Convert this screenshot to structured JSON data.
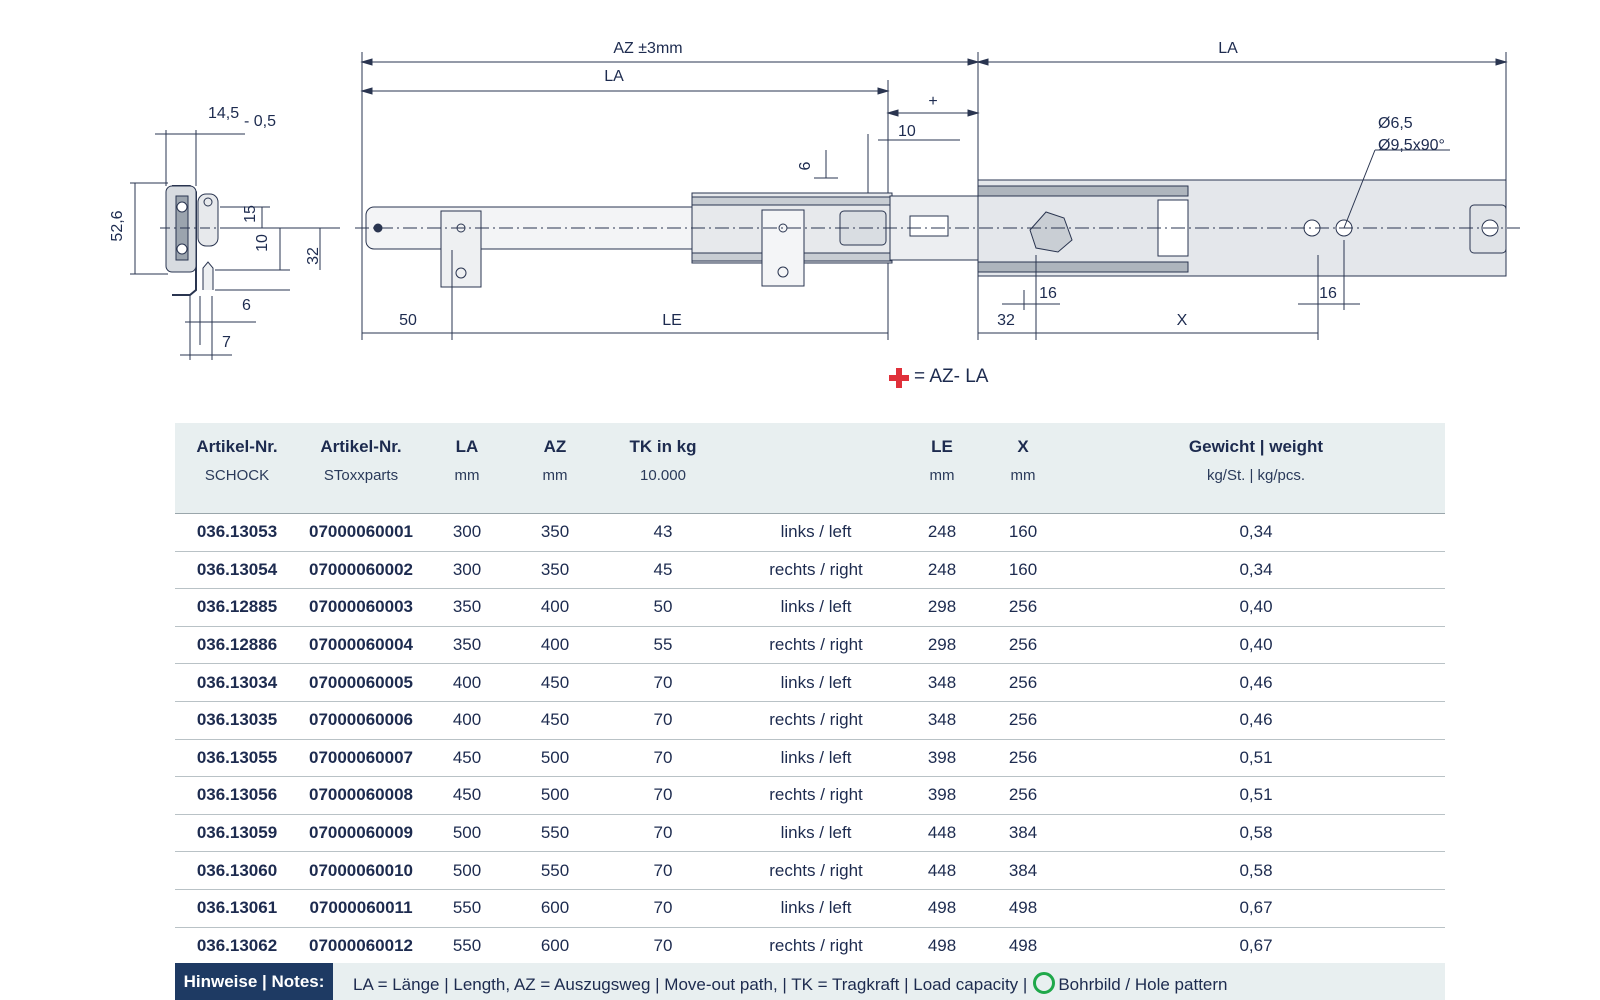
{
  "drawing": {
    "side_view": {
      "dim_14_5": "14,5",
      "tol_minus_0_5": "- 0,5",
      "dim_52_6": "52,6",
      "dim_15": "15",
      "dim_10": "10",
      "dim_32": "32",
      "dim_6": "6",
      "dim_7": "7"
    },
    "top_view": {
      "dim_az": "AZ ±3mm",
      "dim_la_top": "LA",
      "dim_la_inner": "LA",
      "dim_plus": "+",
      "dim_10": "10",
      "dim_6": "6",
      "hole_dia_1": "Ø6,5",
      "hole_dia_2": "Ø9,5x90°",
      "dim_50": "50",
      "dim_le": "LE",
      "dim_32": "32",
      "dim_16_left": "16",
      "dim_x": "X",
      "dim_16_right": "16"
    },
    "legend": "= AZ- LA"
  },
  "table": {
    "headers": [
      {
        "title": "Artikel-Nr.",
        "sub": "SCHOCK"
      },
      {
        "title": "Artikel-Nr.",
        "sub": "SToxxparts"
      },
      {
        "title": "LA",
        "sub": "mm"
      },
      {
        "title": "AZ",
        "sub": "mm"
      },
      {
        "title": "TK in kg",
        "sub": "10.000"
      },
      {
        "title": "",
        "sub": ""
      },
      {
        "title": "LE",
        "sub": "mm"
      },
      {
        "title": "X",
        "sub": "mm"
      },
      {
        "title": "Gewicht | weight",
        "sub": "kg/St. | kg/pcs."
      }
    ],
    "rows": [
      [
        "036.13053",
        "07000060001",
        "300",
        "350",
        "43",
        "links / left",
        "248",
        "160",
        "0,34"
      ],
      [
        "036.13054",
        "07000060002",
        "300",
        "350",
        "45",
        "rechts / right",
        "248",
        "160",
        "0,34"
      ],
      [
        "036.12885",
        "07000060003",
        "350",
        "400",
        "50",
        "links / left",
        "298",
        "256",
        "0,40"
      ],
      [
        "036.12886",
        "07000060004",
        "350",
        "400",
        "55",
        "rechts / right",
        "298",
        "256",
        "0,40"
      ],
      [
        "036.13034",
        "07000060005",
        "400",
        "450",
        "70",
        "links / left",
        "348",
        "256",
        "0,46"
      ],
      [
        "036.13035",
        "07000060006",
        "400",
        "450",
        "70",
        "rechts / right",
        "348",
        "256",
        "0,46"
      ],
      [
        "036.13055",
        "07000060007",
        "450",
        "500",
        "70",
        "links / left",
        "398",
        "256",
        "0,51"
      ],
      [
        "036.13056",
        "07000060008",
        "450",
        "500",
        "70",
        "rechts / right",
        "398",
        "256",
        "0,51"
      ],
      [
        "036.13059",
        "07000060009",
        "500",
        "550",
        "70",
        "links / left",
        "448",
        "384",
        "0,58"
      ],
      [
        "036.13060",
        "07000060010",
        "500",
        "550",
        "70",
        "rechts / right",
        "448",
        "384",
        "0,58"
      ],
      [
        "036.13061",
        "07000060011",
        "550",
        "600",
        "70",
        "links / left",
        "498",
        "498",
        "0,67"
      ],
      [
        "036.13062",
        "07000060012",
        "550",
        "600",
        "70",
        "rechts / right",
        "498",
        "498",
        "0,67"
      ]
    ]
  },
  "notes": {
    "label": "Hinweise | Notes:",
    "text_before": "LA = Länge | Length, AZ = Auszugsweg | Move-out path,  |  TK = Tragkraft | Load capacity |",
    "text_after": "Bohrbild / Hole pattern"
  },
  "colors": {
    "text": "#1d2b4f",
    "header_bg": "#e8eff0",
    "notes_label_bg": "#1e3a63",
    "plus_red": "#e0303a",
    "ring_green": "#1fa84a"
  }
}
